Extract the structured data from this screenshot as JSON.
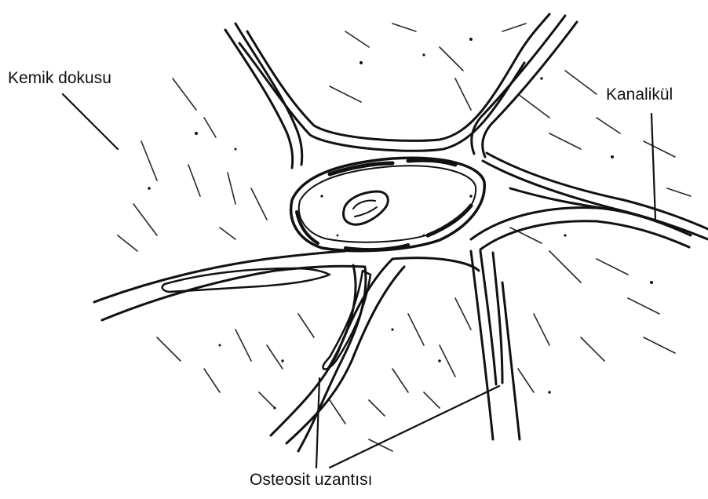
{
  "labels": {
    "bone_tissue": "Kemik dokusu",
    "canaliculus": "Kanalikül",
    "osteocyte_process": "Osteosit uzantısı"
  },
  "colors": {
    "ink": "#111111",
    "background": "#ffffff"
  }
}
